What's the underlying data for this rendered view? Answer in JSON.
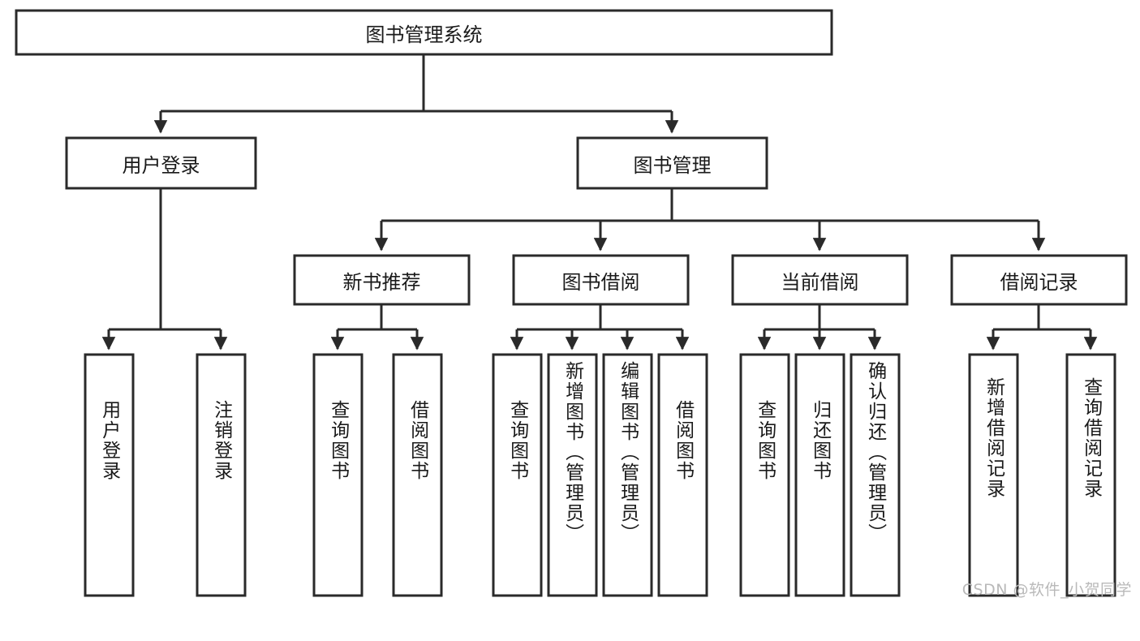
{
  "diagram": {
    "type": "tree",
    "title": "图书管理系统",
    "orientation": "top-down",
    "colors": {
      "box_stroke": "#2a2a2a",
      "box_fill": "#ffffff",
      "text": "#1a1a1a",
      "canvas": "#ffffff",
      "watermark": "#b9b9b9"
    },
    "root": {
      "label": "图书管理系统"
    },
    "level2": [
      {
        "label": "用户登录"
      },
      {
        "label": "图书管理"
      }
    ],
    "level3": [
      {
        "label": "新书推荐"
      },
      {
        "label": "图书借阅"
      },
      {
        "label": "当前借阅"
      },
      {
        "label": "借阅记录"
      }
    ],
    "leaves": {
      "user_login": [
        {
          "label": "用户登录"
        },
        {
          "label": "注销登录"
        }
      ],
      "new_book_recommend": [
        {
          "label": "查询图书"
        },
        {
          "label": "借阅图书"
        }
      ],
      "book_borrow": [
        {
          "label": "查询图书"
        },
        {
          "label": "新增图书（管理员）"
        },
        {
          "label": "编辑图书（管理员）"
        },
        {
          "label": "借阅图书"
        }
      ],
      "current_borrow": [
        {
          "label": "查询图书"
        },
        {
          "label": "归还图书"
        },
        {
          "label": "确认归还（管理员）"
        }
      ],
      "borrow_record": [
        {
          "label": "新增借阅记录"
        },
        {
          "label": "查询借阅记录"
        }
      ]
    }
  },
  "watermark": {
    "text": "CSDN @软件_小贺同学"
  }
}
